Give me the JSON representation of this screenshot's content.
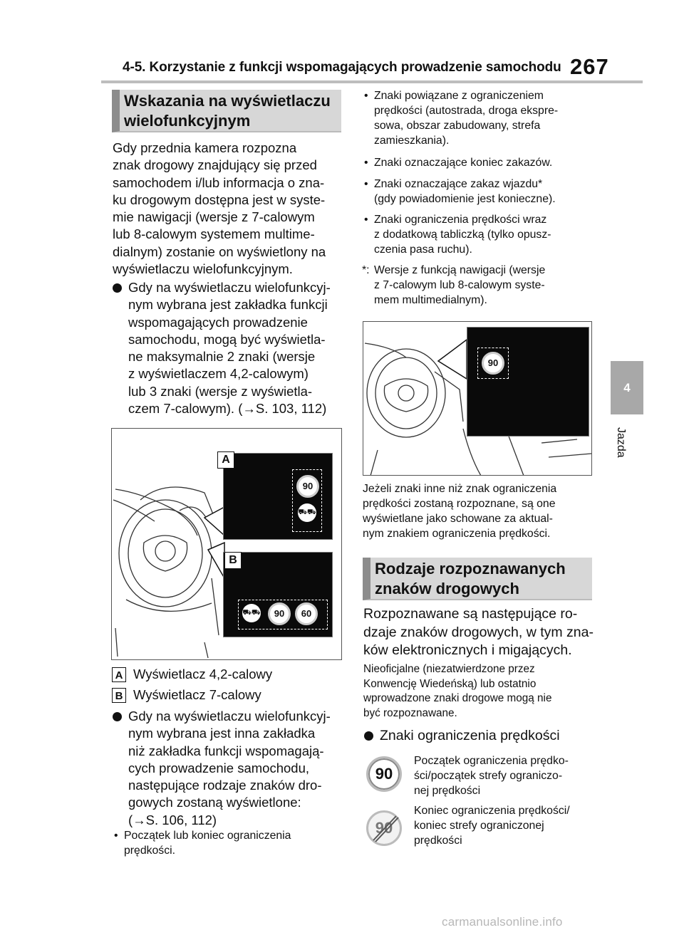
{
  "header": {
    "title": "4-5. Korzystanie z funkcji wspomagających prowadzenie samochodu",
    "page_number": "267"
  },
  "side_tab": {
    "number": "4",
    "label": "Jazda"
  },
  "section1": {
    "title_line1": "Wskazania na wyświetlaczu",
    "title_line2": "wielofunkcyjnym",
    "intro": [
      "Gdy przednia kamera rozpozna",
      "znak drogowy znajdujący się przed",
      "samochodem i/lub informacja o zna-",
      "ku drogowym dostępna jest w syste-",
      "mie nawigacji (wersje z 7-calowym",
      "lub 8-calowym systemem multime-",
      "dialnym) zostanie on wyświetlony na",
      "wyświetlaczu wielofunkcyjnym."
    ],
    "bullet1": [
      "Gdy na wyświetlaczu wielofunkcyj-",
      "nym wybrana jest zakładka funkcji",
      "wspomagających prowadzenie",
      "samochodu, mogą być wyświetla-",
      "ne maksymalnie 2 znaki (wersje",
      "z wyświetlaczem 4,2-calowym)",
      "lub 3 znaki (wersje z wyświetla-",
      "czem 7-calowym). (→S. 103, 112)"
    ],
    "figure1": {
      "label_a": "A",
      "label_b": "B",
      "sign1": "90",
      "sign2": "90",
      "sign3": "60"
    },
    "legend": [
      {
        "key": "A",
        "text": "Wyświetlacz 4,2-calowy"
      },
      {
        "key": "B",
        "text": "Wyświetlacz 7-calowy"
      }
    ],
    "bullet2": [
      "Gdy na wyświetlaczu wielofunkcyj-",
      "nym wybrana jest inna zakładka",
      "niż zakładka funkcji wspomagają-",
      "cych prowadzenie samochodu,",
      "następujące rodzaje znaków dro-",
      "gowych zostaną wyświetlone:",
      "(→S. 106, 112)"
    ],
    "small_bullet_char": "•",
    "small_bullet_left": [
      "Początek lub koniec ograniczenia",
      "prędkości."
    ]
  },
  "right_column": {
    "items": [
      [
        "Znaki powiązane z ograniczeniem",
        "prędkości (autostrada, droga ekspre-",
        "sowa, obszar zabudowany, strefa",
        "zamieszkania)."
      ],
      [
        "Znaki oznaczające koniec zakazów."
      ],
      [
        "Znaki oznaczające zakaz wjazdu*",
        "(gdy powiadomienie jest konieczne)."
      ],
      [
        "Znaki ograniczenia prędkości wraz",
        "z dodatkową tabliczką (tylko opusz-",
        "czenia pasa ruchu)."
      ]
    ],
    "footnote_mark": "*:",
    "footnote": [
      "Wersje z funkcją nawigacji (wersje",
      "z 7-calowym lub 8-calowym syste-",
      "mem multimedialnym)."
    ],
    "figure2": {
      "sign": "90"
    },
    "caption": [
      "Jeżeli znaki inne niż znak ograniczenia",
      "prędkości zostaną rozpoznane, są one",
      "wyświetlane jako schowane za aktual-",
      "nym znakiem ograniczenia prędkości."
    ]
  },
  "section2": {
    "title_line1": "Rodzaje rozpoznawanych",
    "title_line2": "znaków drogowych",
    "intro": [
      "Rozpoznawane są następujące ro-",
      "dzaje znaków drogowych, w tym zna-",
      "ków elektronicznych i migających."
    ],
    "note": [
      "Nieoficjalne (niezatwierdzone przez",
      "Konwencję Wiedeńską) lub ostatnio",
      "wprowadzone znaki drogowe mogą nie",
      "być rozpoznawane."
    ],
    "bullet": "Znaki ograniczenia prędkości",
    "signs": [
      {
        "icon_text": "90",
        "desc": [
          "Początek ograniczenia prędko-",
          "ści/początek strefy ograniczo-",
          "nej prędkości"
        ]
      },
      {
        "icon_text": "90",
        "desc": [
          "Koniec ograniczenia prędkości/",
          "koniec strefy ograniczonej",
          "prędkości"
        ]
      }
    ]
  },
  "footer": "carmanualsonline.info"
}
